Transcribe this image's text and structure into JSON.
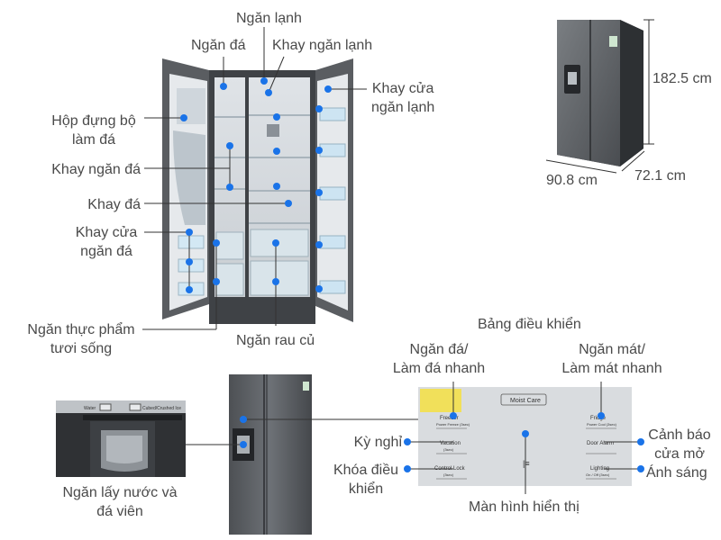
{
  "interior_labels": {
    "fridge_compartment": "Ngăn lạnh",
    "freezer_compartment": "Ngăn đá",
    "fridge_shelf": "Khay ngăn lạnh",
    "fridge_door_tray": "Khay cửa\nngăn lạnh",
    "ice_maker_box": "Hộp đựng bộ\nlàm đá",
    "freezer_shelf": "Khay ngăn đá",
    "ice_tray": "Khay đá",
    "freezer_door_tray": "Khay cửa\nngăn đá",
    "fresh_food_drawer": "Ngăn thực phẩm\ntươi sống",
    "vegetable_drawer": "Ngăn rau củ"
  },
  "dimensions": {
    "height": "182.5 cm",
    "width": "90.8 cm",
    "depth": "72.1 cm"
  },
  "dispenser": {
    "label": "Ngăn lấy nước và\nđá viên",
    "btn_water": "Water",
    "btn_cubed": "Cubed/Crushed Ice"
  },
  "control_panel": {
    "title": "Bảng điều khiển",
    "freezer_label": "Ngăn đá/\nLàm đá nhanh",
    "fridge_label": "Ngăn mát/\nLàm mát nhanh",
    "vacation_label": "Kỳ nghỉ",
    "control_lock_label": "Khóa điều\nkhiển",
    "door_alarm_label": "Cảnh báo\ncửa mở",
    "lighting_label": "Ánh sáng",
    "display_label": "Màn hình hiển thị",
    "panel_moist_care": "Moist Care",
    "panel_freezer": "Freezer",
    "panel_freezer_sub": "Power Freeze (3sec)",
    "panel_fridge": "Fridge",
    "panel_fridge_sub": "Power Cool (3sec)",
    "panel_vacation": "Vacation",
    "panel_vacation_sub": "(3sec)",
    "panel_door_alarm": "Door Alarm",
    "panel_control_lock": "Control Lock",
    "panel_control_lock_sub": "(3sec)",
    "panel_lighting": "Lighting",
    "panel_lighting_sub": "On / Off (3sec)"
  },
  "colors": {
    "marker": "#1a73e8",
    "fridge_body": "#5b5f63",
    "panel_bg": "#d9dcdf"
  }
}
